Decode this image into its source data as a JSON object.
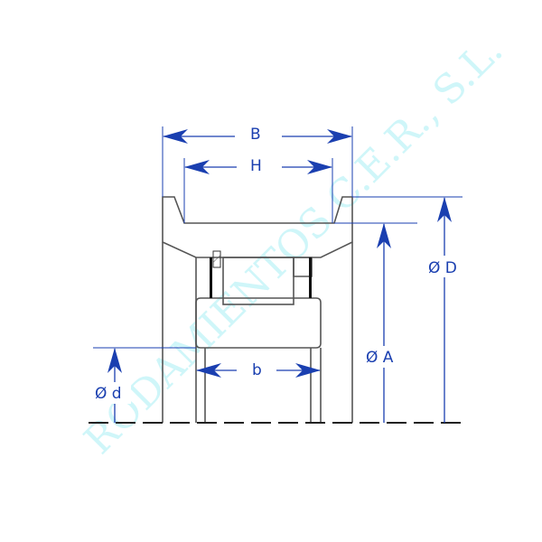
{
  "diagram": {
    "title": "Cam follower bearing cross-section",
    "labels": {
      "B": "B",
      "H": "H",
      "D": "Ø D",
      "A": "Ø A",
      "d": "Ø d",
      "b": "b"
    },
    "watermark": "RODAMIENTOS C.E.R., S.L.",
    "colors": {
      "dimension": "#1a3fb0",
      "outline": "#555555",
      "watermark": "#bff3f7"
    }
  }
}
